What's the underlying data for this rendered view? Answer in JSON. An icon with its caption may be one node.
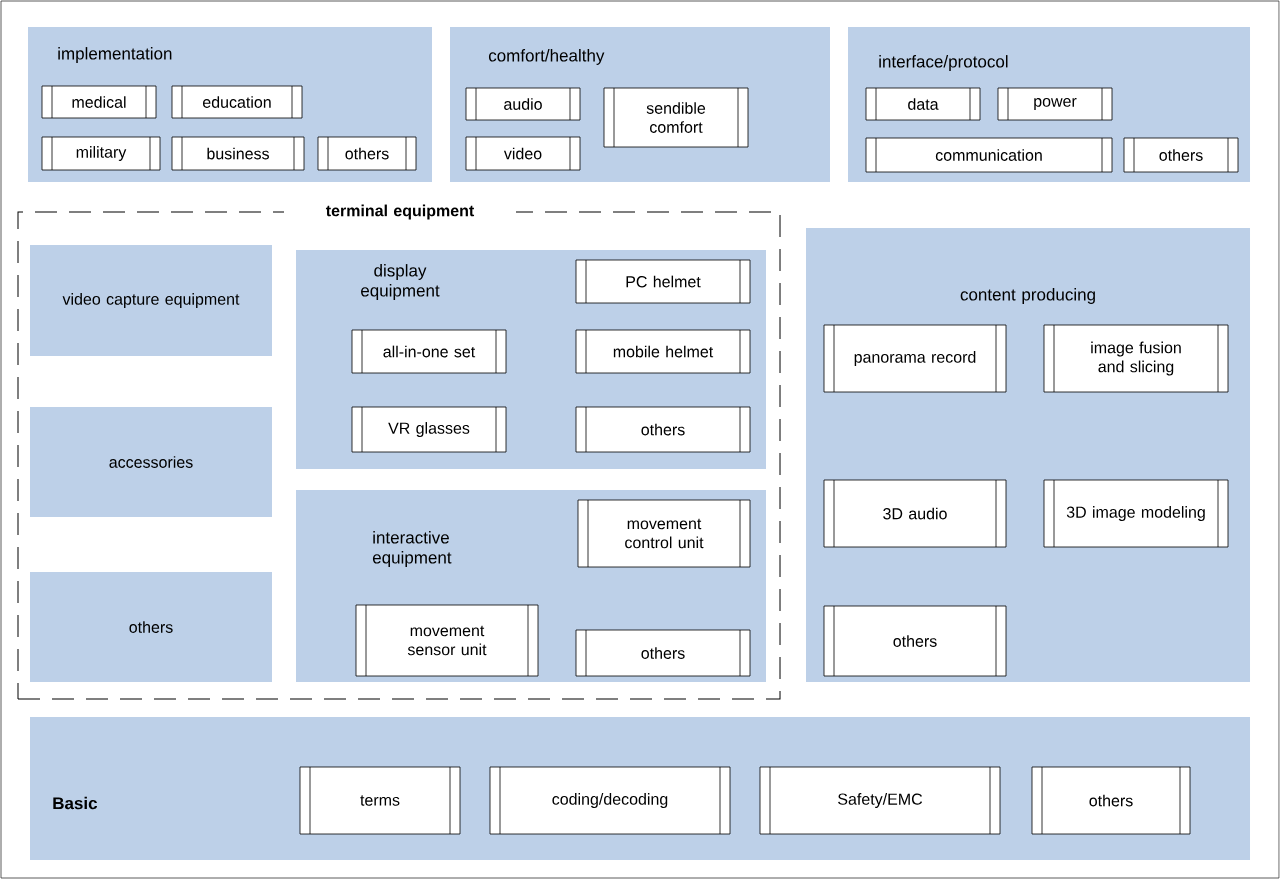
{
  "diagram": {
    "nodes": [
      {
        "text": [
          "implementation"
        ]
      },
      {
        "text": [
          "medical"
        ],
        "in": 0
      },
      {
        "text": [
          "education"
        ],
        "in": 0
      },
      {
        "text": [
          "military"
        ],
        "in": 0
      },
      {
        "text": [
          "business"
        ],
        "in": 0
      },
      {
        "text": [
          "others"
        ],
        "in": 0
      },
      {
        "text": [
          "comfort/healthy"
        ]
      },
      {
        "text": [
          "audio"
        ],
        "in": 6
      },
      {
        "text": [
          "sendible comfort"
        ],
        "in": 6
      },
      {
        "text": [
          "video"
        ],
        "in": 6
      },
      {
        "text": [
          "interface/protocol"
        ]
      },
      {
        "text": [
          "data"
        ],
        "in": 10
      },
      {
        "text": [
          "power"
        ],
        "in": 10
      },
      {
        "text": [
          "communication"
        ],
        "in": 10
      },
      {
        "text": [
          "others"
        ],
        "in": 10
      },
      {
        "text": [
          "terminal equipment"
        ]
      },
      {
        "text": [
          "video capture equipment"
        ],
        "in": 15
      },
      {
        "text": [
          "accessories"
        ],
        "in": 15
      },
      {
        "text": [
          "others"
        ],
        "in": 15
      },
      {
        "text": [
          "display equipment"
        ],
        "in": 15
      },
      {
        "text": [
          "PC helmet"
        ],
        "in": 19
      },
      {
        "text": [
          "all-in-one set"
        ],
        "in": 19
      },
      {
        "text": [
          "mobile helmet"
        ],
        "in": 19
      },
      {
        "text": [
          "VR glasses"
        ],
        "in": 19
      },
      {
        "text": [
          "others"
        ],
        "in": 19
      },
      {
        "text": [
          "interactive equipment"
        ],
        "in": 15
      },
      {
        "text": [
          "movement control unit"
        ],
        "in": 25
      },
      {
        "text": [
          "movement sensor unit"
        ],
        "in": 25
      },
      {
        "text": [
          "others"
        ],
        "in": 25
      },
      {
        "text": [
          "content producing"
        ]
      },
      {
        "text": [
          "panorama record"
        ],
        "in": 29
      },
      {
        "text": [
          "image fusion and slicing"
        ],
        "in": 29
      },
      {
        "text": [
          "3D audio"
        ],
        "in": 29
      },
      {
        "text": [
          "3D image modeling"
        ],
        "in": 29
      },
      {
        "text": [
          "others"
        ],
        "in": 29
      },
      {
        "text": [
          "Basic"
        ]
      },
      {
        "text": [
          "terms"
        ],
        "in": 35
      },
      {
        "text": [
          "coding/decoding"
        ],
        "in": 35
      },
      {
        "text": [
          "Safety/EMC"
        ],
        "in": 35
      },
      {
        "text": [
          "others"
        ],
        "in": 35
      }
    ]
  }
}
